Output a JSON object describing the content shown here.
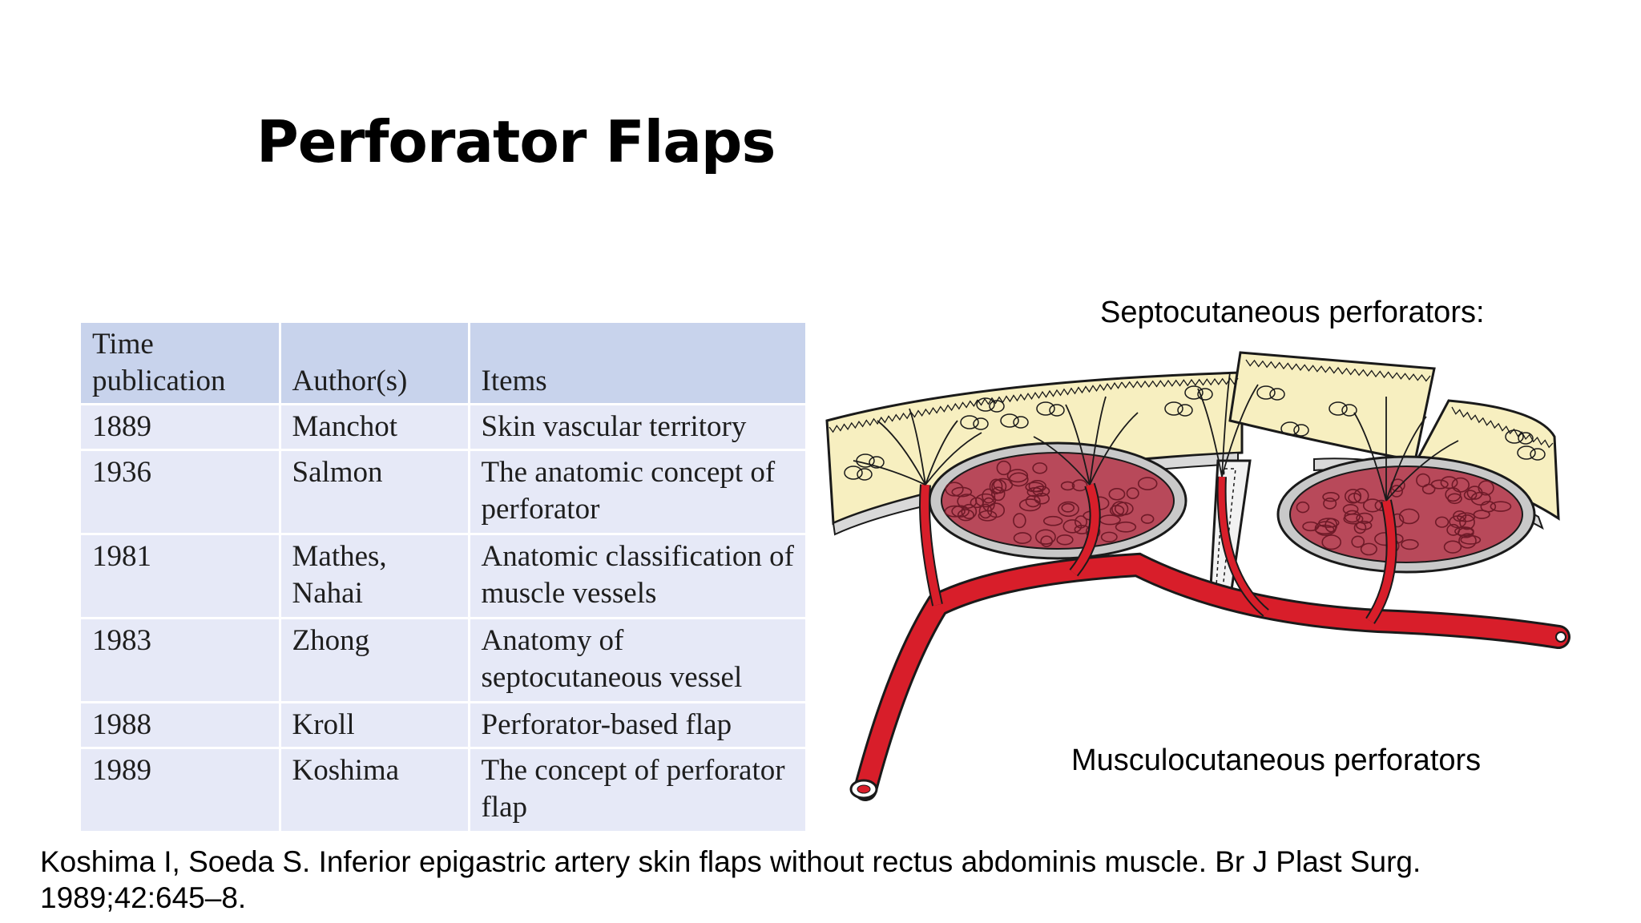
{
  "slide": {
    "title": "Perforator Flaps"
  },
  "table": {
    "headers": [
      "Time publication",
      "Author(s)",
      "Items"
    ],
    "rows": [
      {
        "time": "1889",
        "author": "Manchot",
        "item": "Skin vascular territory"
      },
      {
        "time": "1936",
        "author": "Salmon",
        "item": "The anatomic concept of perforator"
      },
      {
        "time": "1981",
        "author": "Mathes, Nahai",
        "item": "Anatomic classification of muscle vessels"
      },
      {
        "time": "1983",
        "author": "Zhong",
        "item": "Anatomy of septocutaneous vessel"
      },
      {
        "time": "1988",
        "author": "Kroll",
        "item": "Perforator-based flap"
      },
      {
        "time": "1989",
        "author": "Koshima",
        "item": "The concept of perforator flap"
      }
    ]
  },
  "diagram": {
    "label_septocutaneous": "Septocutaneous perforators:",
    "label_musculocutaneous": "Musculocutaneous perforators",
    "colors": {
      "skin": "#f7efc0",
      "fascia": "#d9d9d9",
      "muscle": "#b8495a",
      "muscle_dark": "#8a2436",
      "artery": "#d81e2a",
      "outline": "#1a1a1a"
    }
  },
  "citation": "Koshima I, Soeda S. Inferior epigastric artery skin flaps without rectus abdominis muscle. Br J Plast Surg. 1989;42:645–8."
}
